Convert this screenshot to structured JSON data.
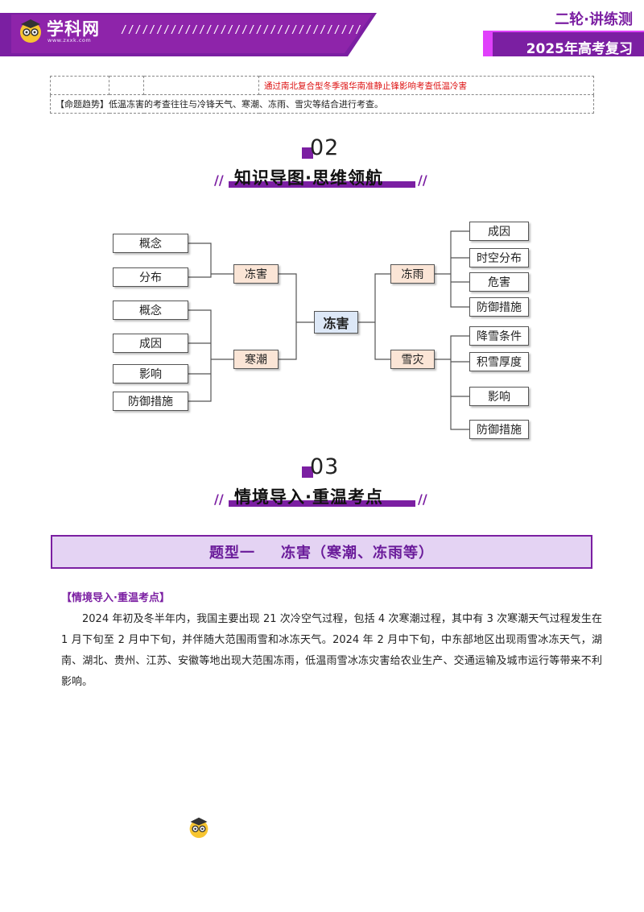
{
  "header": {
    "logo_text": "学科网",
    "logo_url": "www.zxxk.com",
    "slashes": "//////////////////////////////////",
    "top_right": "二轮·讲练测",
    "bottom_right": "2025年高考复习",
    "colors": {
      "brand": "#7b1fa2",
      "accent_pink": "#e040fb"
    }
  },
  "table": {
    "row1_text": "通过南北复合型冬季强华南准静止锋影响考查低温冷害",
    "row2_label": "【命题趋势】",
    "row2_text": "低温冻害的考查往往与冷锋天气、寒潮、冻雨、雪灾等结合进行考查。"
  },
  "section2": {
    "number": "02",
    "title": "知识导图·思维领航"
  },
  "mindmap": {
    "center": "冻害",
    "left": [
      {
        "label": "冻害",
        "children": [
          "概念",
          "分布"
        ]
      },
      {
        "label": "寒潮",
        "children": [
          "概念",
          "成因",
          "影响",
          "防御措施"
        ]
      }
    ],
    "right": [
      {
        "label": "冻雨",
        "children": [
          "成因",
          "时空分布",
          "危害",
          "防御措施"
        ]
      },
      {
        "label": "雪灾",
        "children": [
          "降雪条件",
          "积雪厚度",
          "影响",
          "防御措施"
        ]
      }
    ]
  },
  "section3": {
    "number": "03",
    "title": "情境导入·重温考点"
  },
  "banner": {
    "type_label": "题型一",
    "type_title": "冻害（寒潮、冻雨等）"
  },
  "context": {
    "heading": "【情境导入·重温考点】",
    "paragraph": "2024 年初及冬半年内，我国主要出现 21 次冷空气过程，包括 4 次寒潮过程，其中有 3 次寒潮天气过程发生在 1 月下旬至 2 月中下旬，并伴随大范围雨雪和冰冻天气。2024 年 2 月中下旬，中东部地区出现雨雪冰冻天气，湖南、湖北、贵州、江苏、安徽等地出现大范围冻雨，低温雨雪冰冻灾害给农业生产、交通运输及城市运行等带来不利影响。"
  }
}
